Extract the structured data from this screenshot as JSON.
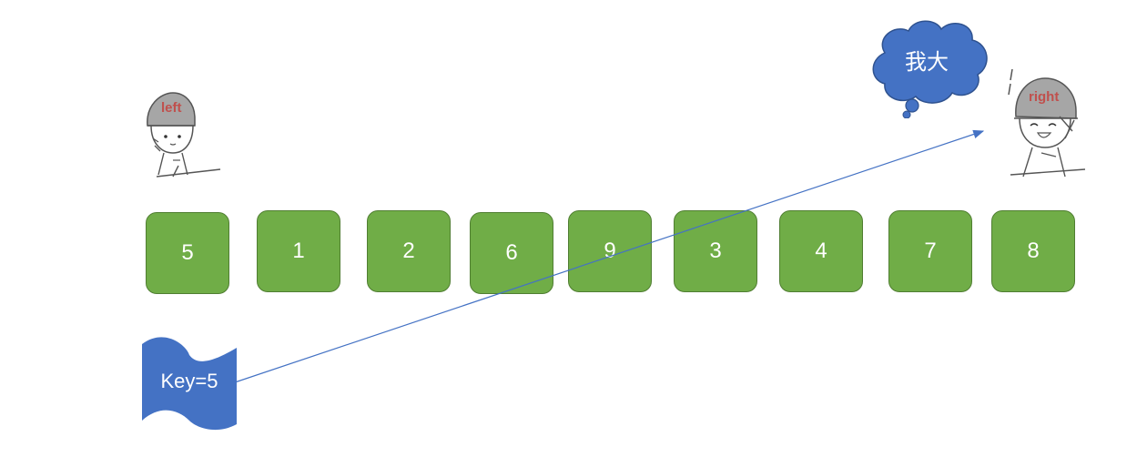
{
  "colors": {
    "box_fill": "#70ad47",
    "box_border": "#507e32",
    "shape_blue": "#4472c4",
    "label_red": "#c0504d"
  },
  "characters": {
    "left_label": "left",
    "right_label": "right"
  },
  "array": [
    "5",
    "1",
    "2",
    "6",
    "9",
    "3",
    "4",
    "7",
    "8"
  ],
  "key_flag": {
    "text": "Key=5"
  },
  "speech_cloud": {
    "text": "我大"
  }
}
